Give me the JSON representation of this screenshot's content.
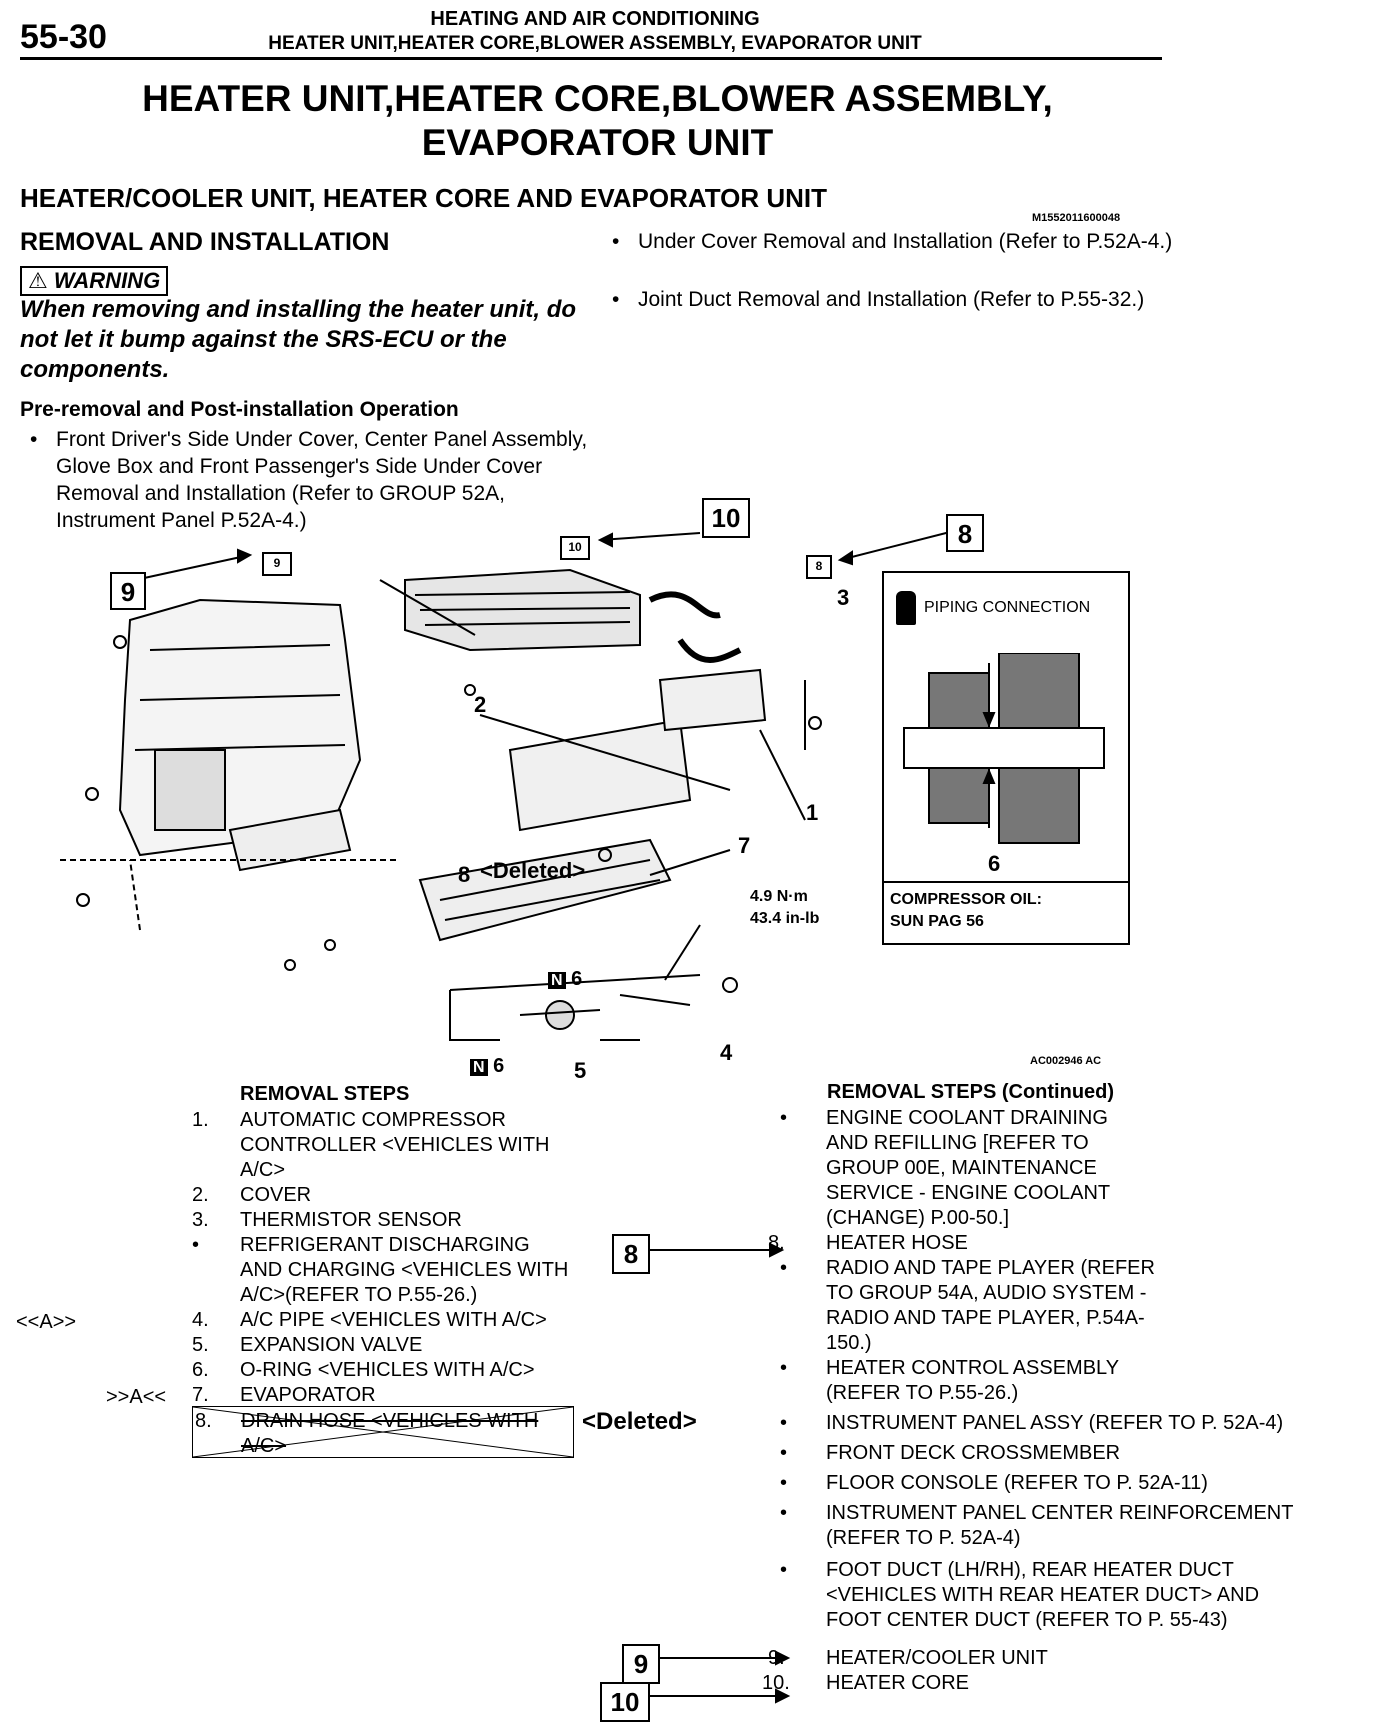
{
  "header": {
    "page_number": "55-30",
    "section": "HEATING AND AIR CONDITIONING",
    "subsection": "HEATER UNIT,HEATER CORE,BLOWER ASSEMBLY, EVAPORATOR UNIT"
  },
  "title": {
    "line1": "HEATER UNIT,HEATER CORE,BLOWER ASSEMBLY,",
    "line2": "EVAPORATOR UNIT"
  },
  "subtitle": "HEATER/COOLER UNIT, HEATER CORE AND EVAPORATOR UNIT",
  "doc_code": "M1552011600048",
  "removal_heading": "REMOVAL AND INSTALLATION",
  "warning": {
    "label": "WARNING",
    "text": "When removing and installing the heater unit, do not let it bump against the SRS-ECU or the components."
  },
  "pre_removal": {
    "heading": "Pre-removal and Post-installation Operation",
    "items": [
      "Front Driver's Side Under Cover, Center Panel Assembly, Glove Box and Front Passenger's Side Under Cover Removal and Installation (Refer to GROUP 52A, Instrument Panel P.52A-4.)",
      "Under Cover Removal and Installation (Refer to P.52A-4.)",
      "Joint Duct Removal and Installation (Refer to P.55-32.)"
    ]
  },
  "figure": {
    "callouts": [
      "10",
      "8",
      "9"
    ],
    "part_labels": [
      "1",
      "2",
      "3",
      "4",
      "5",
      "6",
      "7",
      "8"
    ],
    "deleted_label": "<Deleted>",
    "torque_line1": "4.9 N·m",
    "torque_line2": "43.4 in-lb",
    "n_marks": [
      "N",
      "6",
      "N",
      "6"
    ],
    "inset_title": "PIPING CONNECTION",
    "inset_part": "6",
    "inset_note1": "COMPRESSOR OIL:",
    "inset_note2": "SUN PAG 56",
    "figure_code": "AC002946 AC"
  },
  "steps_left": {
    "heading": "REMOVAL STEPS",
    "markers": [
      "<<A>>",
      ">>A<<"
    ],
    "items": [
      {
        "num": "1.",
        "text": "AUTOMATIC COMPRESSOR CONTROLLER <VEHICLES WITH A/C>"
      },
      {
        "num": "2.",
        "text": "COVER"
      },
      {
        "num": "3.",
        "text": "THERMISTOR SENSOR"
      },
      {
        "num": "•",
        "text": "REFRIGERANT DISCHARGING AND CHARGING <VEHICLES WITH A/C>(REFER TO P.55-26.)"
      },
      {
        "num": "4.",
        "text": "A/C PIPE <VEHICLES WITH A/C>"
      },
      {
        "num": "5.",
        "text": "EXPANSION VALVE"
      },
      {
        "num": "6.",
        "text": "O-RING <VEHICLES WITH A/C>"
      },
      {
        "num": "7.",
        "text": "EVAPORATOR"
      },
      {
        "num": "8.",
        "text": "DRAIN HOSE <VEHICLES WITH A/C>"
      }
    ],
    "deleted": "<Deleted>"
  },
  "steps_right": {
    "heading": "REMOVAL STEPS (Continued)",
    "items": [
      {
        "num": "•",
        "text": "ENGINE COOLANT DRAINING AND REFILLING [REFER TO GROUP 00E, MAINTENANCE SERVICE - ENGINE COOLANT (CHANGE) P.00-50.]"
      },
      {
        "num": "8.",
        "text": "HEATER HOSE"
      },
      {
        "num": "•",
        "text": "RADIO AND TAPE PLAYER (REFER TO GROUP 54A, AUDIO SYSTEM - RADIO AND TAPE PLAYER, P.54A-150.)"
      },
      {
        "num": "•",
        "text": "HEATER CONTROL ASSEMBLY (REFER TO P.55-26.)"
      },
      {
        "num": "•",
        "text": "INSTRUMENT PANEL ASSY (REFER TO P. 52A-4)"
      },
      {
        "num": "•",
        "text": "FRONT DECK CROSSMEMBER"
      },
      {
        "num": "•",
        "text": "FLOOR CONSOLE (REFER TO P. 52A-11)"
      },
      {
        "num": "•",
        "text": "INSTRUMENT PANEL CENTER REINFORCEMENT (REFER TO P. 52A-4)"
      },
      {
        "num": "•",
        "text": "FOOT DUCT (LH/RH), REAR HEATER DUCT <VEHICLES WITH REAR HEATER DUCT> AND FOOT CENTER DUCT (REFER TO P. 55-43)"
      },
      {
        "num": "9.",
        "text": "HEATER/COOLER UNIT"
      },
      {
        "num": "10.",
        "text": "HEATER CORE"
      }
    ],
    "callouts": [
      "8",
      "9",
      "10"
    ]
  }
}
